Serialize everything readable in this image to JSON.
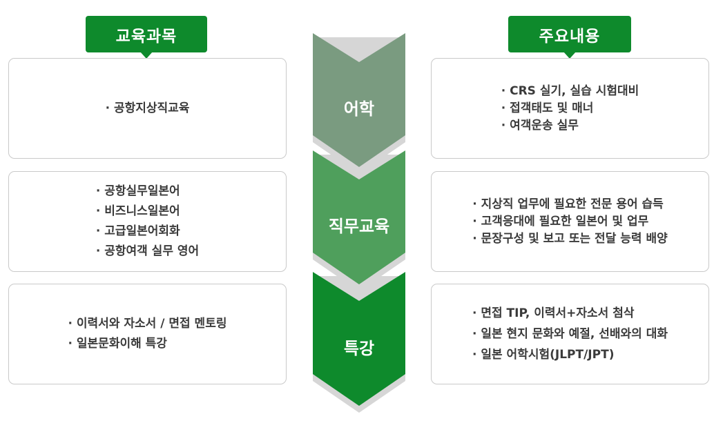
{
  "headers": {
    "left": "교육과목",
    "right": "주요내용"
  },
  "stages": [
    {
      "label": "어학",
      "color": "#7a9b80"
    },
    {
      "label": "직무교육",
      "color": "#4f9f5c"
    },
    {
      "label": "특강",
      "color": "#0e8a2c"
    }
  ],
  "shadow_color": "#d6d6d6",
  "left": [
    {
      "items": [
        "공항지상직교육"
      ]
    },
    {
      "items": [
        "공항실무일본어",
        "비즈니스일본어",
        "고급일본어회화",
        "공항여객 실무 영어"
      ]
    },
    {
      "items": [
        "이력서와 자소서 / 면접 멘토링",
        "일본문화이해 특강"
      ]
    }
  ],
  "right": [
    {
      "items": [
        "CRS 실기, 실습 시험대비",
        "접객태도 및 매너",
        "여객운송 실무"
      ]
    },
    {
      "items": [
        "지상직 업무에 필요한 전문 용어 습득",
        "고객응대에 필요한 일본어 및 업무",
        "문장구성 및 보고 또는 전달 능력 배양"
      ]
    },
    {
      "items": [
        "면접 TIP, 이력서+자소서 첨삭",
        "일본 현지 문화와 예절, 선배와의 대화",
        "일본 어학시험(JLPT/JPT)"
      ]
    }
  ]
}
